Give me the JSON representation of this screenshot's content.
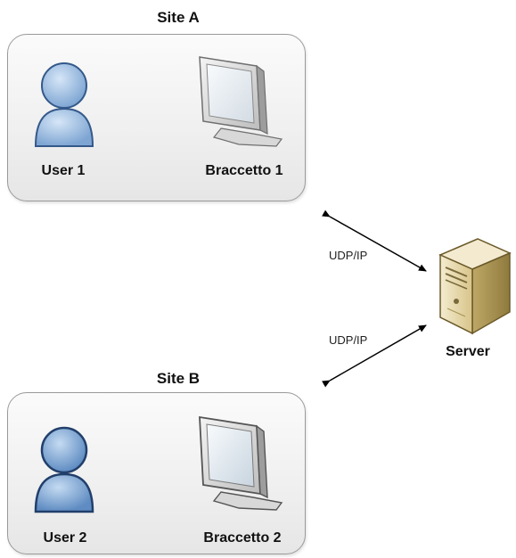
{
  "site_a": {
    "title": "Site A",
    "user_label": "User 1",
    "device_label": "Braccetto 1"
  },
  "site_b": {
    "title": "Site B",
    "user_label": "User 2",
    "device_label": "Braccetto 2"
  },
  "server": {
    "label": "Server"
  },
  "links": [
    {
      "label": "UDP/IP"
    },
    {
      "label": "UDP/IP"
    }
  ],
  "icons": {
    "user": "user-icon",
    "device": "monitor-icon",
    "server": "server-icon"
  },
  "colors": {
    "user_body": "#8fb4de",
    "user_outline": "#34598a",
    "monitor_frame": "#dcdcdc",
    "monitor_screen": "#eef2f6",
    "server_case": "#eadcb0",
    "box_border": "#9a9a9a"
  }
}
